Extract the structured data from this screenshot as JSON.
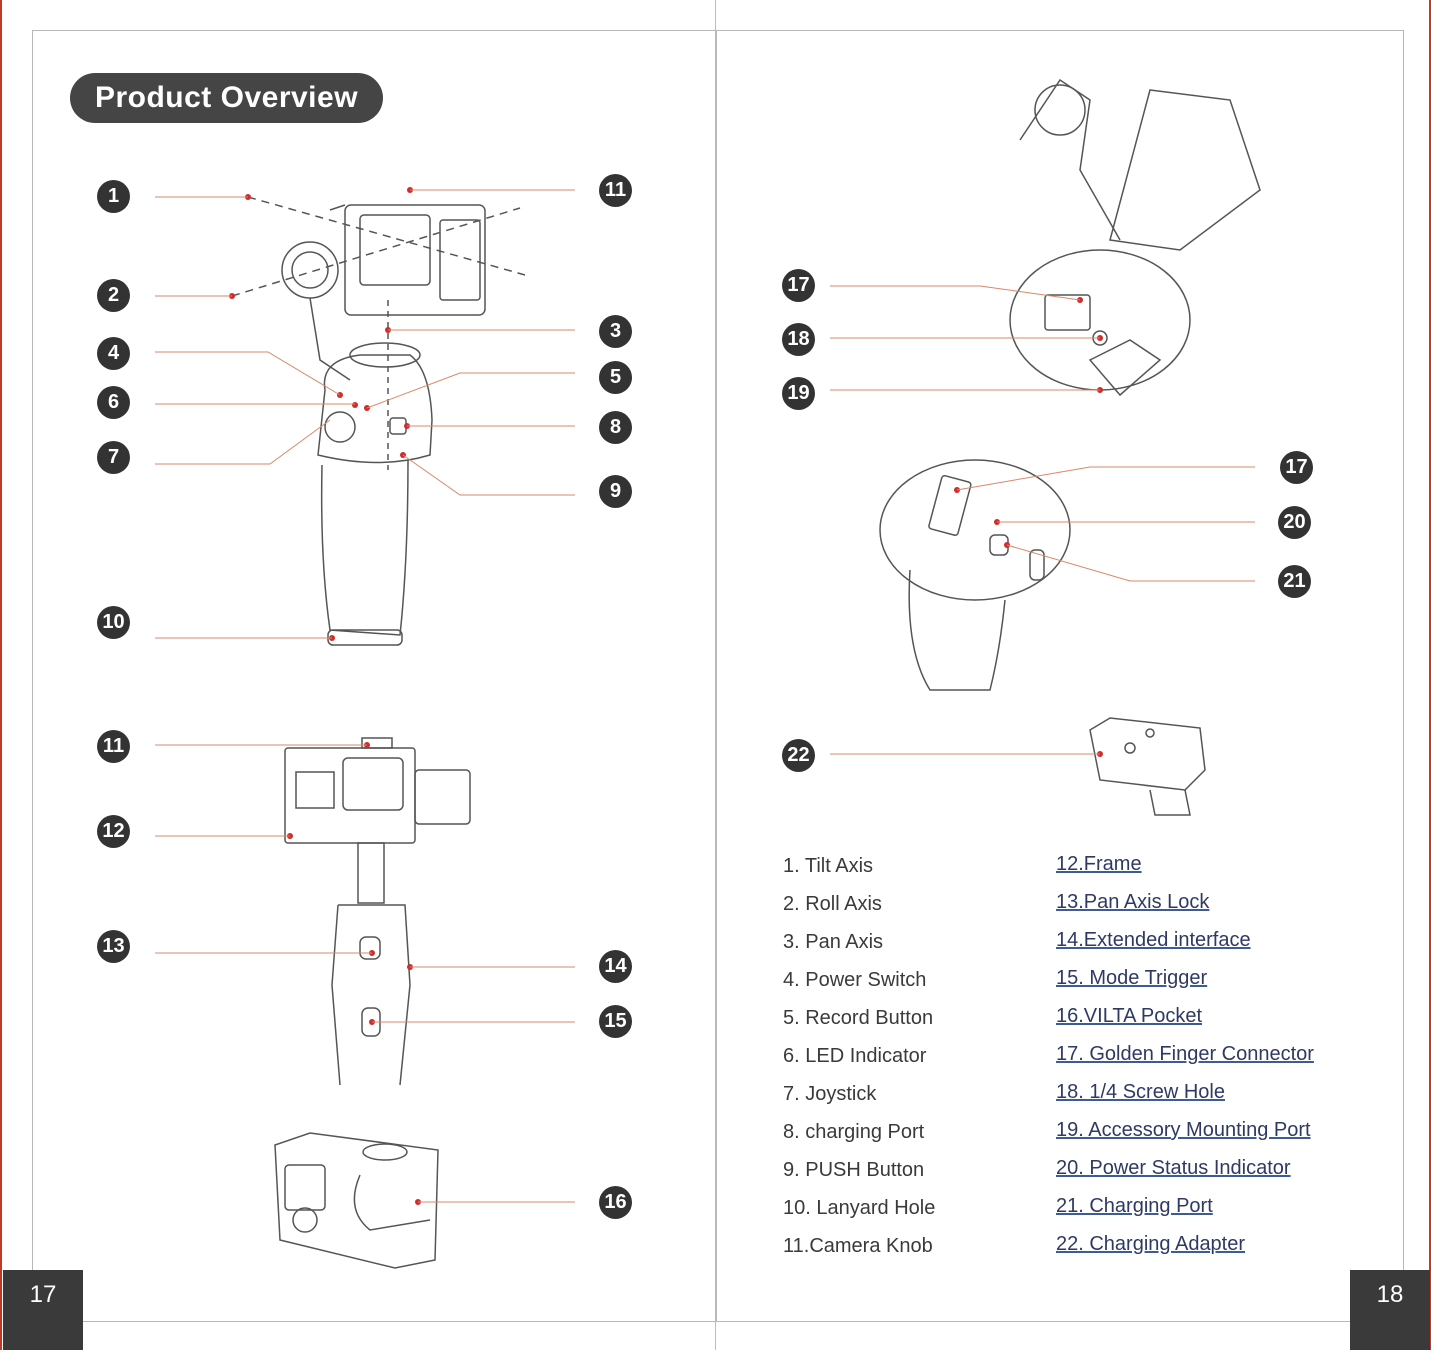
{
  "title": "Product Overview",
  "page_numbers": {
    "left": "17",
    "right": "18"
  },
  "callouts_left": [
    "1",
    "2",
    "4",
    "6",
    "7",
    "10",
    "11",
    "12",
    "13"
  ],
  "callouts_right": [
    "11",
    "3",
    "5",
    "8",
    "9",
    "14",
    "15",
    "16"
  ],
  "callouts_page2_left": [
    "17",
    "18",
    "19",
    "22"
  ],
  "callouts_page2_right": [
    "17",
    "20",
    "21"
  ],
  "legend": {
    "col1": [
      "1. Tilt Axis",
      "2. Roll Axis",
      "3. Pan Axis",
      "4. Power Switch",
      "5. Record Button",
      "6. LED Indicator",
      "7. Joystick",
      "8. charging Port",
      "9. PUSH Button",
      "10. Lanyard Hole",
      "11.Camera Knob"
    ],
    "col2": [
      "12.Frame",
      "13.Pan Axis Lock",
      "14.Extended interface",
      "15. Mode Trigger",
      "16.VILTA Pocket",
      "17. Golden Finger Connector",
      "18. 1/4 Screw Hole",
      "19. Accessory Mounting Port",
      "20. Power Status Indicator",
      "21. Charging Port",
      "22. Charging Adapter"
    ]
  },
  "colors": {
    "accent_line": "#d9876a",
    "dot": "#d12b2b",
    "badge": "#333333",
    "pill": "#454545"
  }
}
